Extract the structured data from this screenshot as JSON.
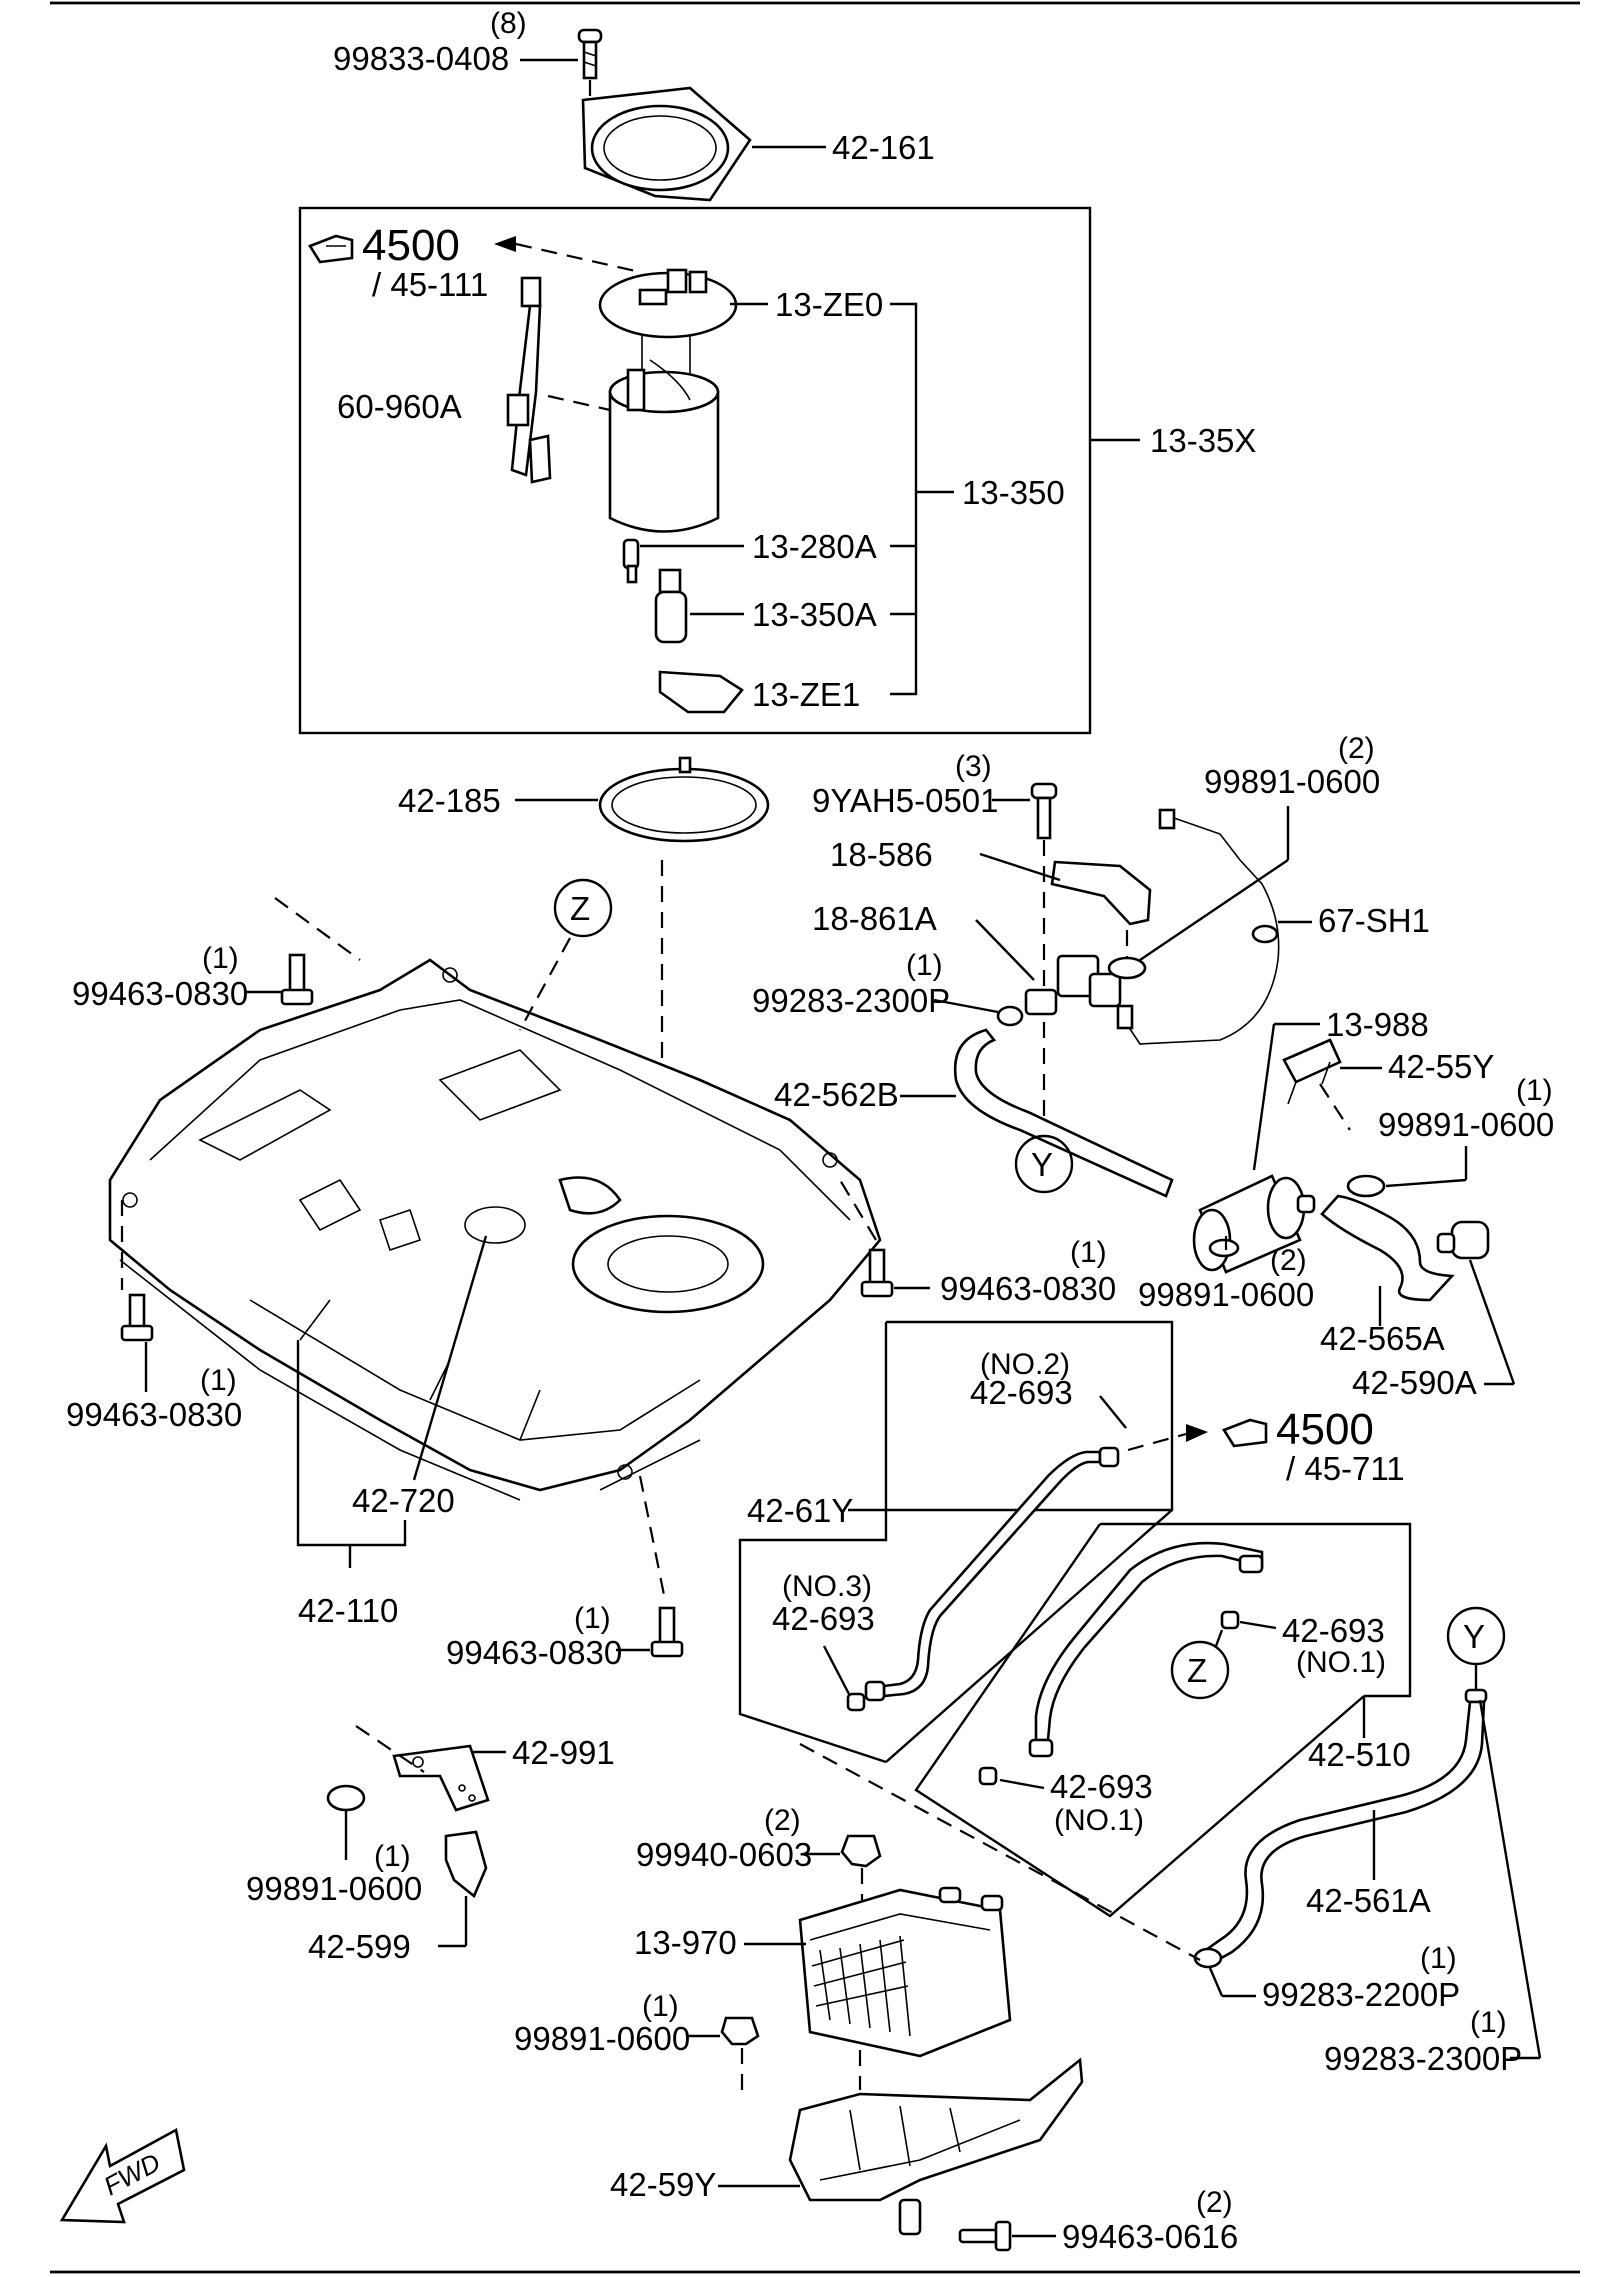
{
  "labels": {
    "p_99833_0408": {
      "qty": "(8)",
      "code": "99833-0408"
    },
    "p_42_161": "42-161",
    "ref_upper": {
      "num": "4500",
      "sub": "/ 45-111"
    },
    "p_13_ze0": "13-ZE0",
    "p_60_960a": "60-960A",
    "p_13_35x": "13-35X",
    "p_13_350": "13-350",
    "p_13_280a": "13-280A",
    "p_13_350a": "13-350A",
    "p_13_ze1": "13-ZE1",
    "p_42_185": "42-185",
    "p_9yah5_0501": {
      "qty": "(3)",
      "code": "9YAH5-0501"
    },
    "p_99891_0600_a": {
      "qty": "(2)",
      "code": "99891-0600"
    },
    "p_18_586": "18-586",
    "p_18_861a": "18-861A",
    "p_67_sh1": "67-SH1",
    "p_99283_2300p_a": {
      "qty": "(1)",
      "code": "99283-2300P"
    },
    "p_42_562b": "42-562B",
    "p_13_988": "13-988",
    "p_42_55y": "42-55Y",
    "p_99891_0600_b": {
      "qty": "(1)",
      "code": "99891-0600"
    },
    "p_99891_0600_c": {
      "qty": "(2)",
      "code": "99891-0600"
    },
    "p_42_565a": "42-565A",
    "p_42_590a": "42-590A",
    "p_99463_0830_a": {
      "qty": "(1)",
      "code": "99463-0830"
    },
    "p_99463_0830_b": {
      "qty": "(1)",
      "code": "99463-0830"
    },
    "p_99463_0830_c": {
      "qty": "(1)",
      "code": "99463-0830"
    },
    "p_99463_0830_d": {
      "qty": "(1)",
      "code": "99463-0830"
    },
    "p_42_720": "42-720",
    "p_42_110": "42-110",
    "p_42_693_no2": {
      "qty": "(NO.2)",
      "code": "42-693"
    },
    "ref_lower": {
      "num": "4500",
      "sub": "/ 45-711"
    },
    "p_42_61y": "42-61Y",
    "p_42_693_no3": {
      "qty": "(NO.3)",
      "code": "42-693"
    },
    "p_42_693_no1_a": {
      "code": "42-693",
      "qty": "(NO.1)"
    },
    "p_42_693_no1_b": {
      "code": "42-693",
      "qty": "(NO.1)"
    },
    "p_42_510": "42-510",
    "p_42_561a": "42-561A",
    "p_42_991": "42-991",
    "p_99891_0600_d": {
      "qty": "(1)",
      "code": "99891-0600"
    },
    "p_42_599": "42-599",
    "p_99940_0603": {
      "qty": "(2)",
      "code": "99940-0603"
    },
    "p_13_970": "13-970",
    "p_99891_0600_e": {
      "qty": "(1)",
      "code": "99891-0600"
    },
    "p_99283_2200p": {
      "qty": "(1)",
      "code": "99283-2200P"
    },
    "p_99283_2300p_b": {
      "qty": "(1)",
      "code": "99283-2300P"
    },
    "p_42_59y": "42-59Y",
    "p_99463_0616": {
      "qty": "(2)",
      "code": "99463-0616"
    },
    "fwd": "FWD"
  },
  "markers": {
    "z_top": "Z",
    "y_mid": "Y",
    "z_low": "Z",
    "y_right": "Y"
  }
}
